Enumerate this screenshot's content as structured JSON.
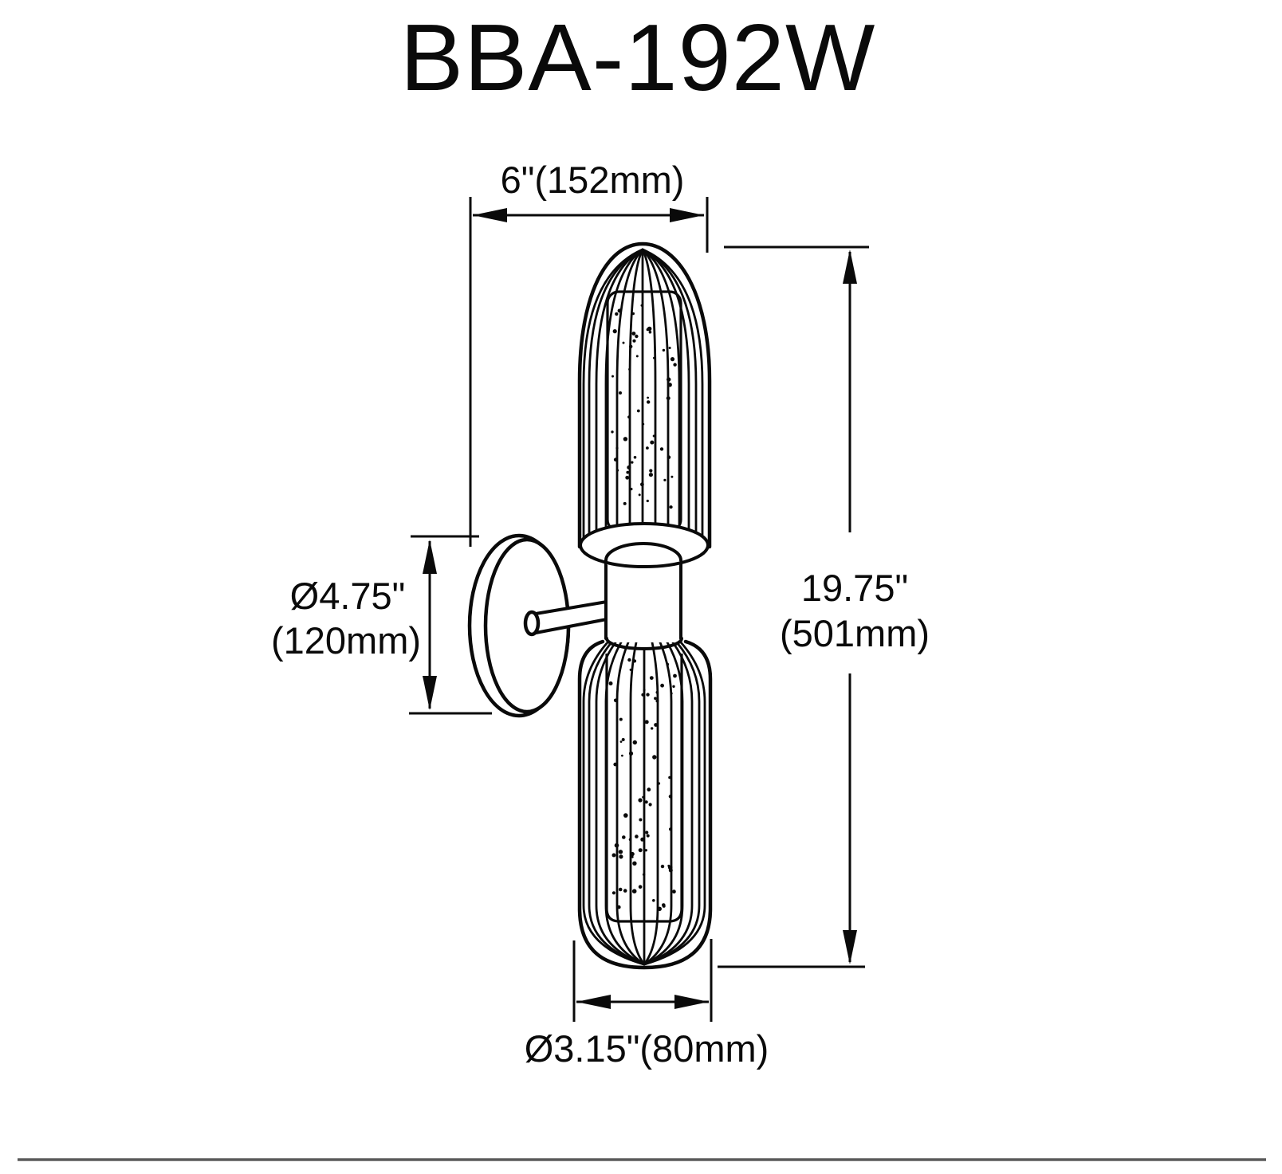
{
  "page": {
    "title": "BBA-192W"
  },
  "dimensions": {
    "width": "6\"(152mm)",
    "backplate_diameter": {
      "inches": "Ø4.75\"",
      "mm": "(120mm)"
    },
    "height": {
      "inches": "19.75\"",
      "mm": "(501mm)"
    },
    "shade_diameter": "Ø3.15\"(80mm)"
  },
  "colors": {
    "line": "#0a0a0a",
    "background": "#ffffff",
    "footer_rule": "#5a5a5a"
  }
}
